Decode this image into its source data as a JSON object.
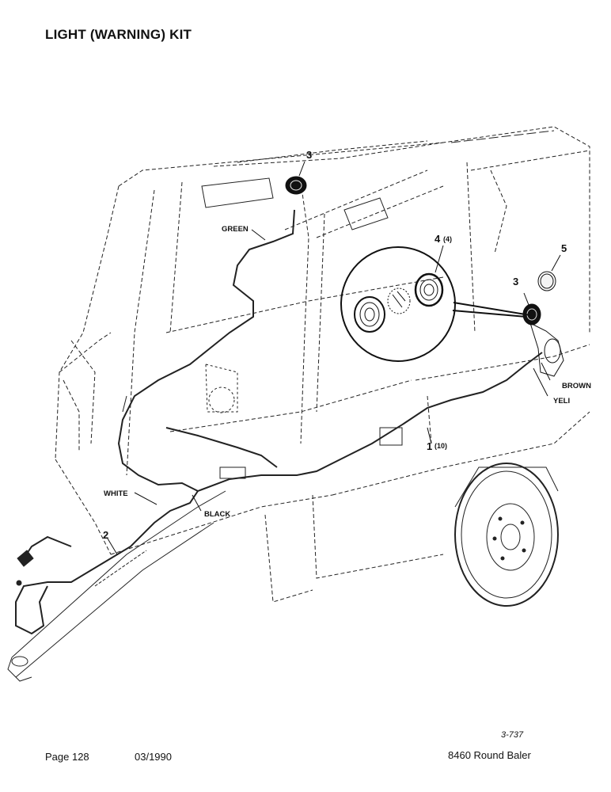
{
  "page_title": "LIGHT (WARNING) KIT",
  "callouts": {
    "c1": "1",
    "c1_qty": "(10)",
    "c2": "2",
    "c3_top": "3",
    "c3_right": "3",
    "c4": "4",
    "c4_qty": "(4)",
    "c5": "5"
  },
  "wire_labels": {
    "green": "GREEN",
    "white": "WHITE",
    "black": "BLACK",
    "brown": "BROWN",
    "yellow": "YELI"
  },
  "figure_number": "3-737",
  "footer": {
    "page": "Page 128",
    "date": "03/1990",
    "model": "8460 Round Baler"
  }
}
